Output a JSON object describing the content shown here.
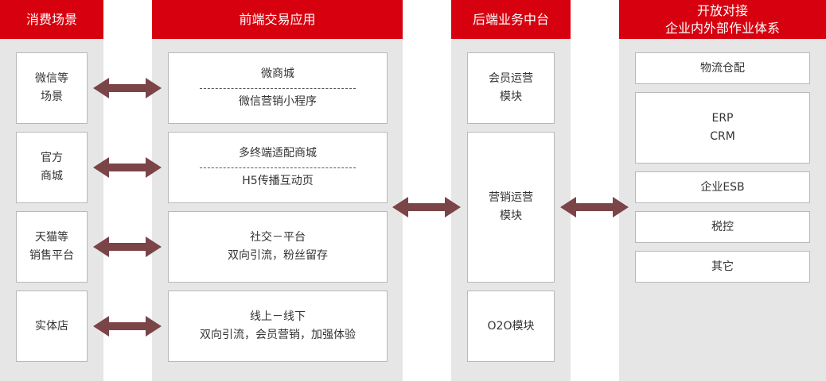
{
  "colors": {
    "header": "#d7000f",
    "column_bg": "#e6e6e6",
    "arrow": "#7b4548"
  },
  "columns": {
    "consumer": {
      "title": "消费场景",
      "items": [
        {
          "line1": "微信等",
          "line2": "场景"
        },
        {
          "line1": "官方",
          "line2": "商城"
        },
        {
          "line1": "天猫等",
          "line2": "销售平台"
        },
        {
          "line1": "实体店"
        }
      ]
    },
    "frontend": {
      "title": "前端交易应用",
      "items": [
        {
          "top": "微商城",
          "bottom": "微信营销小程序"
        },
        {
          "top": "多终端适配商城",
          "bottom": "H5传播互动页"
        },
        {
          "line1": "社交－平台",
          "line2": "双向引流，粉丝留存"
        },
        {
          "line1": "线上－线下",
          "line2": "双向引流，会员营销，加强体验"
        }
      ]
    },
    "backend": {
      "title": "后端业务中台",
      "items": [
        {
          "line1": "会员运营",
          "line2": "模块"
        },
        {
          "line1": "营销运营",
          "line2": "模块"
        },
        {
          "line1": "O2O模块"
        }
      ]
    },
    "enterprise": {
      "title_line1": "开放对接",
      "title_line2": "企业内外部作业体系",
      "items": [
        {
          "line1": "物流仓配"
        },
        {
          "line1": "ERP",
          "line2": "CRM"
        },
        {
          "line1": "企业ESB"
        },
        {
          "line1": "税控"
        },
        {
          "line1": "其它"
        }
      ]
    }
  }
}
